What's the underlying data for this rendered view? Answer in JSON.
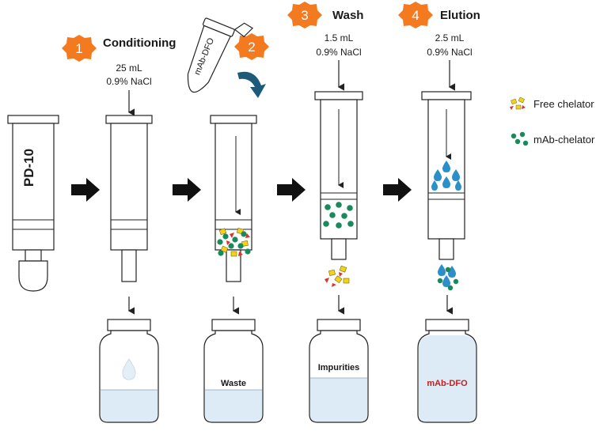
{
  "steps": [
    {
      "number": "1",
      "title": "Conditioning",
      "volume": "25 mL",
      "solution": "0.9% NaCl"
    },
    {
      "number": "2",
      "title": "",
      "tube_label": "mAb-DFO"
    },
    {
      "number": "3",
      "title": "Wash",
      "volume": "1.5 mL",
      "solution": "0.9% NaCl"
    },
    {
      "number": "4",
      "title": "Elution",
      "volume": "2.5 mL",
      "solution": "0.9% NaCl"
    }
  ],
  "column_label": "PD-10",
  "vials": {
    "waste": "Waste",
    "impurities": "Impurities",
    "product": "mAb-DFO"
  },
  "legend": {
    "free_chelator": "Free chelator",
    "mab_chelator": "mAb-chelator"
  },
  "colors": {
    "badge": "#f47a20",
    "chelator_yellow": "#f2d21c",
    "chelator_red": "#d9342b",
    "mab_green": "#1a8a5c",
    "drop_blue": "#2b8fc9",
    "curved_arrow": "#1d5a7a",
    "product_label": "#c41e1e",
    "fluid": "#dcebf5"
  }
}
